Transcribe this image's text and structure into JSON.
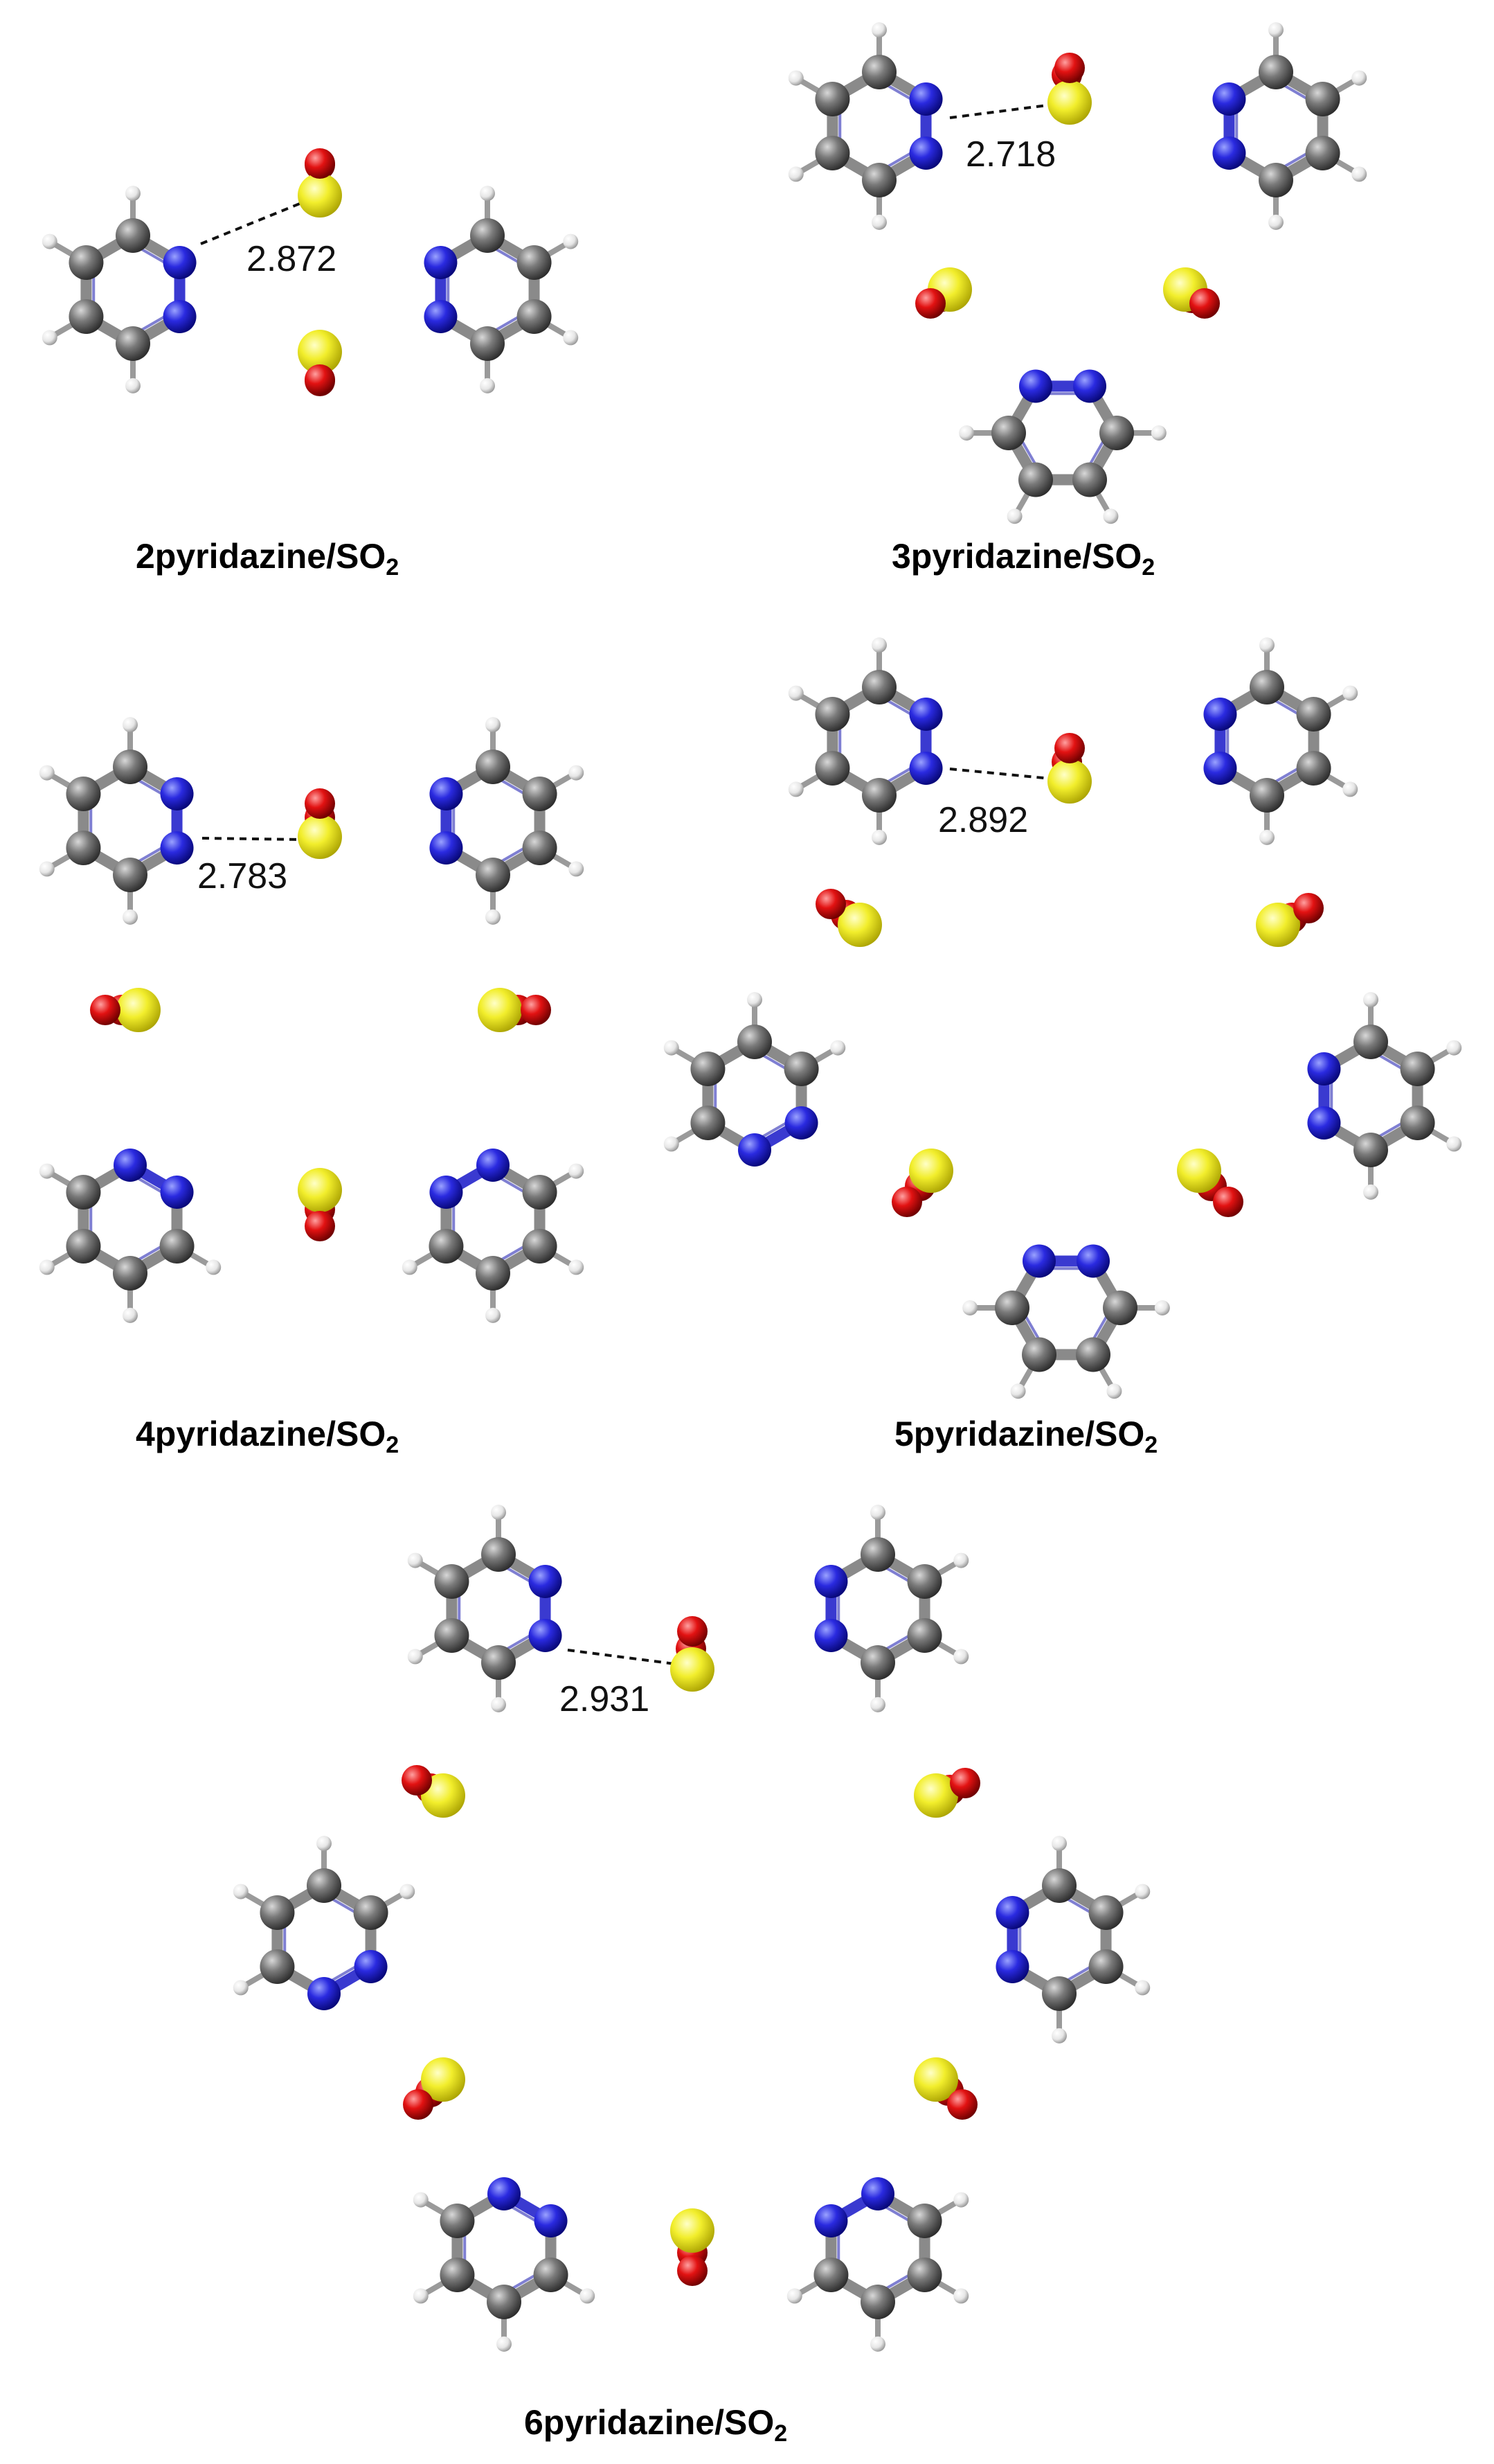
{
  "colors": {
    "carbon": "#6e6e6e",
    "nitrogen": "#2a2ae0",
    "hydrogen": "#f4f4f4",
    "sulfur": "#f2ee2c",
    "oxygen": "#e21212",
    "bond": "#8a8a8a"
  },
  "panels": [
    {
      "id": "2",
      "label": {
        "name": "2pyridazine/SO",
        "sub": "2"
      },
      "distance": "2.872"
    },
    {
      "id": "3",
      "label": {
        "name": "3pyridazine/SO",
        "sub": "2"
      },
      "distance": "2.718"
    },
    {
      "id": "4",
      "label": {
        "name": "4pyridazine/SO",
        "sub": "2"
      },
      "distance": "2.783"
    },
    {
      "id": "5",
      "label": {
        "name": "5pyridazine/SO",
        "sub": "2"
      },
      "distance": "2.892"
    },
    {
      "id": "6",
      "label": {
        "name": "6pyridazine/SO",
        "sub": "2"
      },
      "distance": "2.931"
    }
  ]
}
